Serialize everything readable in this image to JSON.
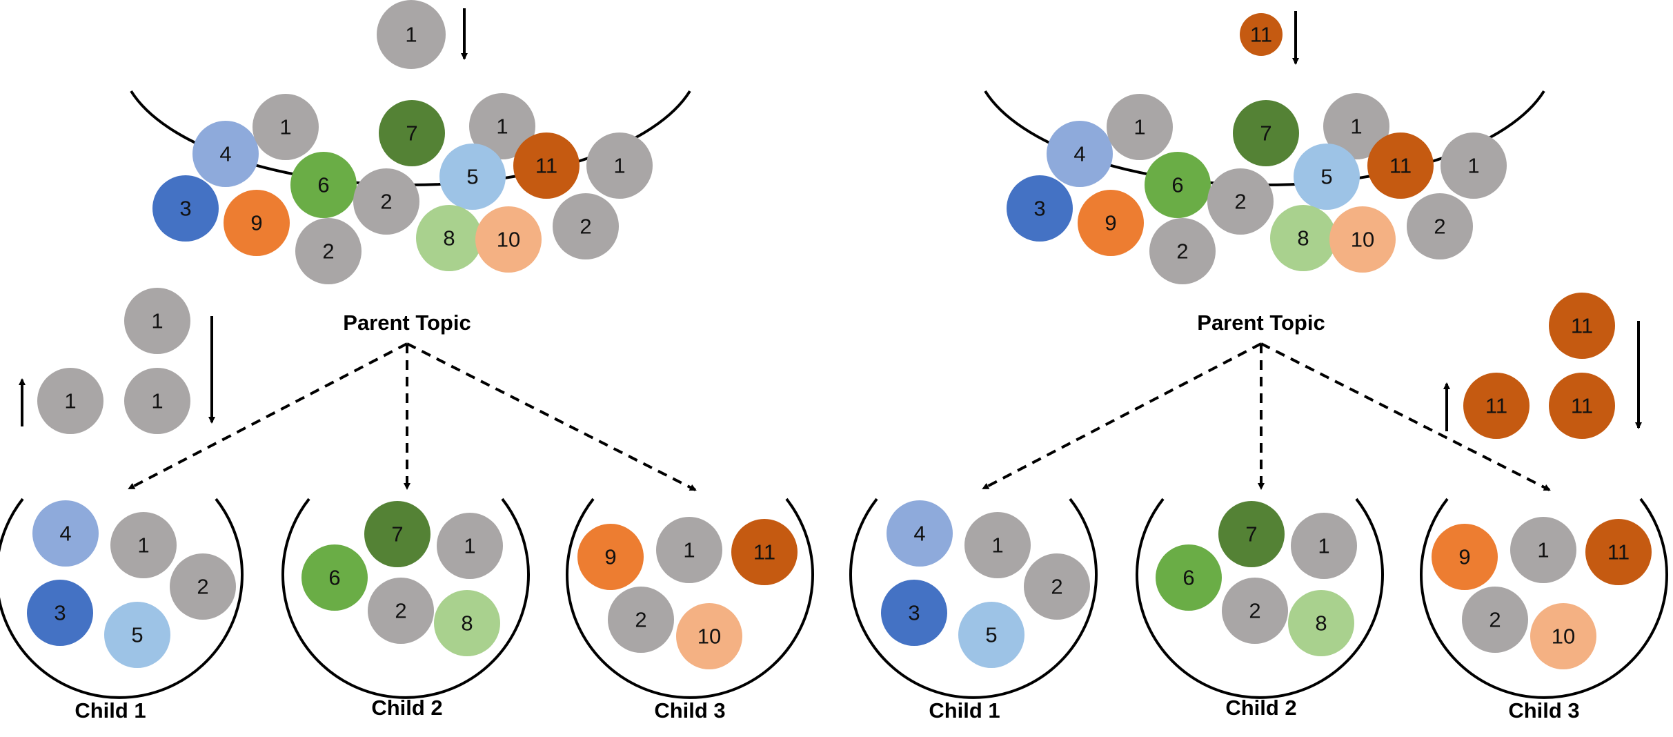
{
  "colors": {
    "1": "#a9a6a6",
    "2": "#a9a6a6",
    "3": "#4472c4",
    "4": "#8eaadb",
    "5": "#9dc3e6",
    "6": "#6aad46",
    "7": "#548235",
    "8": "#a9d18e",
    "9": "#ed7d31",
    "10": "#f4b183",
    "11": "#c55a11",
    "outline": "#000000",
    "text": "#111111"
  },
  "panels": [
    {
      "name": "left",
      "parent_label": "Parent Topic",
      "child_labels": [
        "Child 1",
        "Child 2",
        "Child 3"
      ],
      "incoming_ball": "1",
      "parent_balls": [
        "4",
        "1",
        "7",
        "1",
        "11",
        "1",
        "3",
        "9",
        "6",
        "2",
        "5",
        "2",
        "8",
        "10",
        "2"
      ],
      "propagated_balls": [
        "1",
        "1",
        "1"
      ],
      "child_balls": [
        [
          "4",
          "1",
          "2",
          "3",
          "5"
        ],
        [
          "7",
          "1",
          "6",
          "2",
          "8"
        ],
        [
          "9",
          "1",
          "11",
          "2",
          "10"
        ]
      ]
    },
    {
      "name": "right",
      "parent_label": "Parent Topic",
      "child_labels": [
        "Child 1",
        "Child 2",
        "Child 3"
      ],
      "incoming_ball": "11",
      "parent_balls": [
        "4",
        "1",
        "7",
        "1",
        "11",
        "1",
        "3",
        "9",
        "6",
        "2",
        "5",
        "2",
        "8",
        "10",
        "2"
      ],
      "propagated_balls": [
        "11",
        "11",
        "11"
      ],
      "child_balls": [
        [
          "4",
          "1",
          "2",
          "3",
          "5"
        ],
        [
          "7",
          "1",
          "6",
          "2",
          "8"
        ],
        [
          "9",
          "1",
          "11",
          "2",
          "10"
        ]
      ]
    }
  ]
}
